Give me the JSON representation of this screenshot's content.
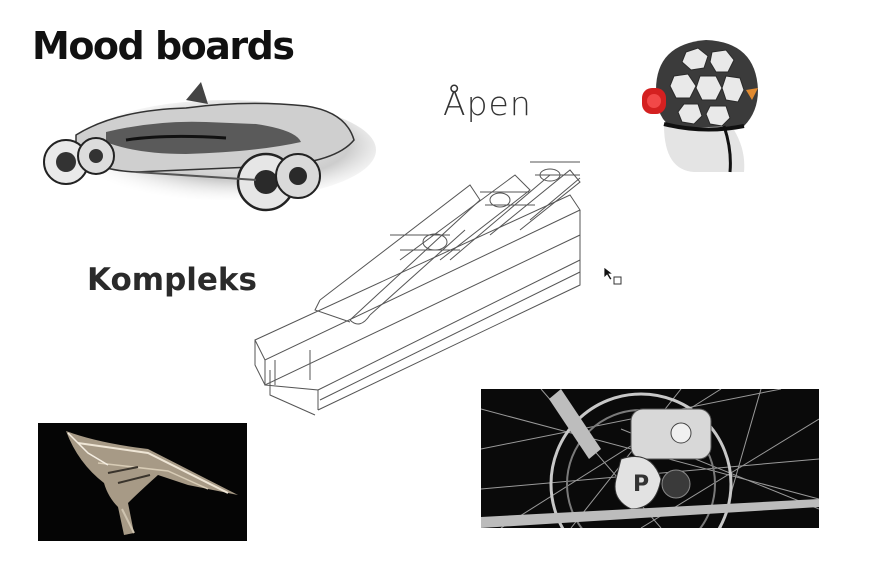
{
  "board": {
    "title": "Mood boards",
    "label_open": "Åpen",
    "label_complex": "Kompleks"
  },
  "images": {
    "car": "concept-car-sketch",
    "helmet": "hexagon-bike-helmet",
    "rail": "linkage-rail-line-drawing",
    "drone": "angular-sculpture-photo",
    "brake": "bicycle-disc-brake-photo"
  },
  "colors": {
    "background": "#ffffff",
    "title": "#111111",
    "helmet_light": "#d42020",
    "helmet_accent": "#e08a30"
  }
}
